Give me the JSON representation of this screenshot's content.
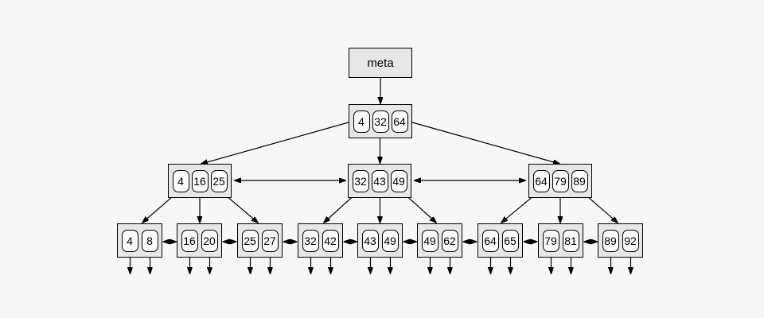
{
  "tree": {
    "meta_label": "meta",
    "root": {
      "keys": [
        "4",
        "32",
        "64"
      ]
    },
    "internal": [
      {
        "keys": [
          "4",
          "16",
          "25"
        ]
      },
      {
        "keys": [
          "32",
          "43",
          "49"
        ]
      },
      {
        "keys": [
          "64",
          "79",
          "89"
        ]
      }
    ],
    "leaves": [
      {
        "keys": [
          "4",
          "8"
        ]
      },
      {
        "keys": [
          "16",
          "20"
        ]
      },
      {
        "keys": [
          "25",
          "27"
        ]
      },
      {
        "keys": [
          "32",
          "42"
        ]
      },
      {
        "keys": [
          "43",
          "49"
        ]
      },
      {
        "keys": [
          "49",
          "62"
        ]
      },
      {
        "keys": [
          "64",
          "65"
        ]
      },
      {
        "keys": [
          "79",
          "81"
        ]
      },
      {
        "keys": [
          "89",
          "92"
        ]
      }
    ],
    "colors": {
      "background": "#f7f7f7",
      "node_fill": "#e7e7e7",
      "cell_fill": "#fbfbfb",
      "line": "#000000",
      "text": "#000000"
    }
  }
}
